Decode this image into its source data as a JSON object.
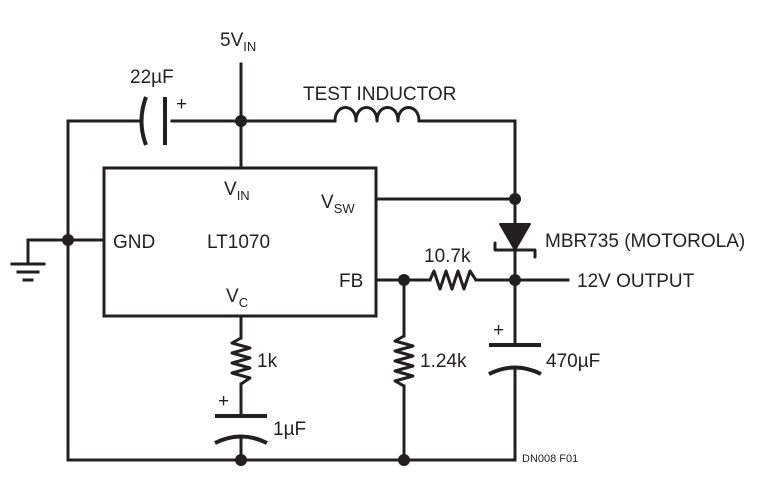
{
  "supply": {
    "label": "5V",
    "sub": "IN"
  },
  "ic": {
    "name": "LT1070",
    "pins": {
      "vin": {
        "label": "V",
        "sub": "IN"
      },
      "vsw": {
        "label": "V",
        "sub": "SW"
      },
      "gnd": {
        "label": "GND"
      },
      "fb": {
        "label": "FB"
      },
      "vc": {
        "label": "V",
        "sub": "C"
      }
    }
  },
  "components": {
    "input_cap": {
      "value": "22µF",
      "polarity": "+"
    },
    "inductor": {
      "label": "TEST INDUCTOR"
    },
    "diode": {
      "label": "MBR735 (MOTOROLA)"
    },
    "r_top": {
      "value": "10.7k"
    },
    "r_bottom": {
      "value": "1.24k"
    },
    "r_comp": {
      "value": "1k"
    },
    "c_comp": {
      "value": "1µF",
      "polarity": "+"
    },
    "c_out": {
      "value": "470µF",
      "polarity": "+"
    }
  },
  "output": {
    "label": "12V OUTPUT"
  },
  "figure_id": "DN008 F01",
  "colors": {
    "ink": "#231f20",
    "background": "#ffffff"
  }
}
